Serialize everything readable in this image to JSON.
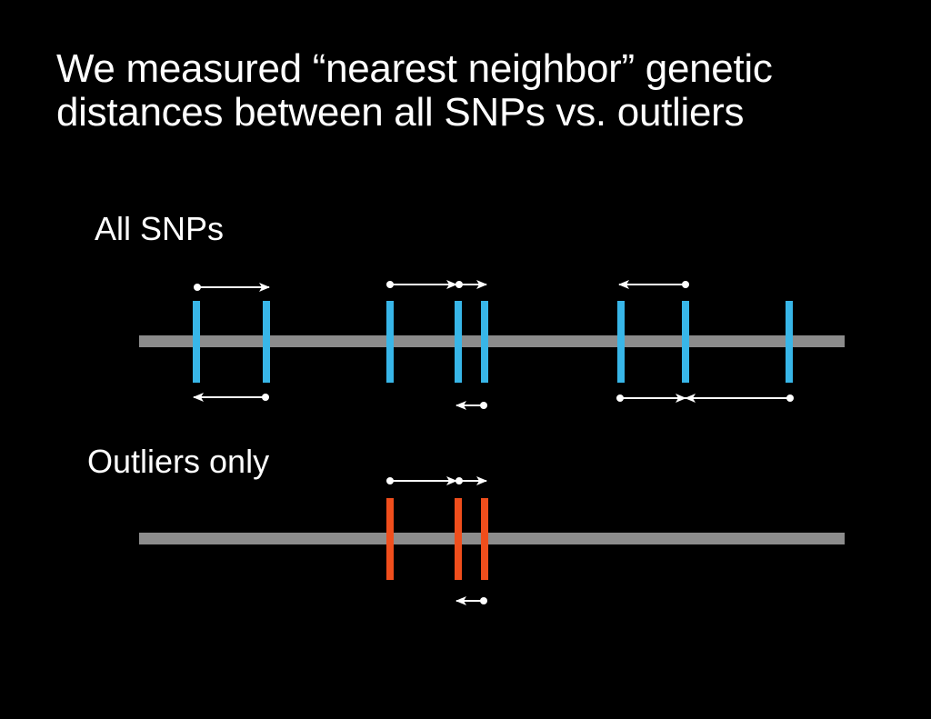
{
  "title": {
    "line1": "We measured “nearest neighbor” genetic",
    "line2": "distances between all SNPs vs. outliers"
  },
  "panels": {
    "all": {
      "label": "All SNPs",
      "marker_color": "#38b6e8",
      "snp_count": 8
    },
    "outliers": {
      "label": "Outliers only",
      "marker_color": "#f04e1c",
      "snp_count": 3
    }
  },
  "colors": {
    "background": "#000000",
    "chromosome": "#8c8c8c",
    "arrow": "#ffffff",
    "text": "#ffffff"
  }
}
